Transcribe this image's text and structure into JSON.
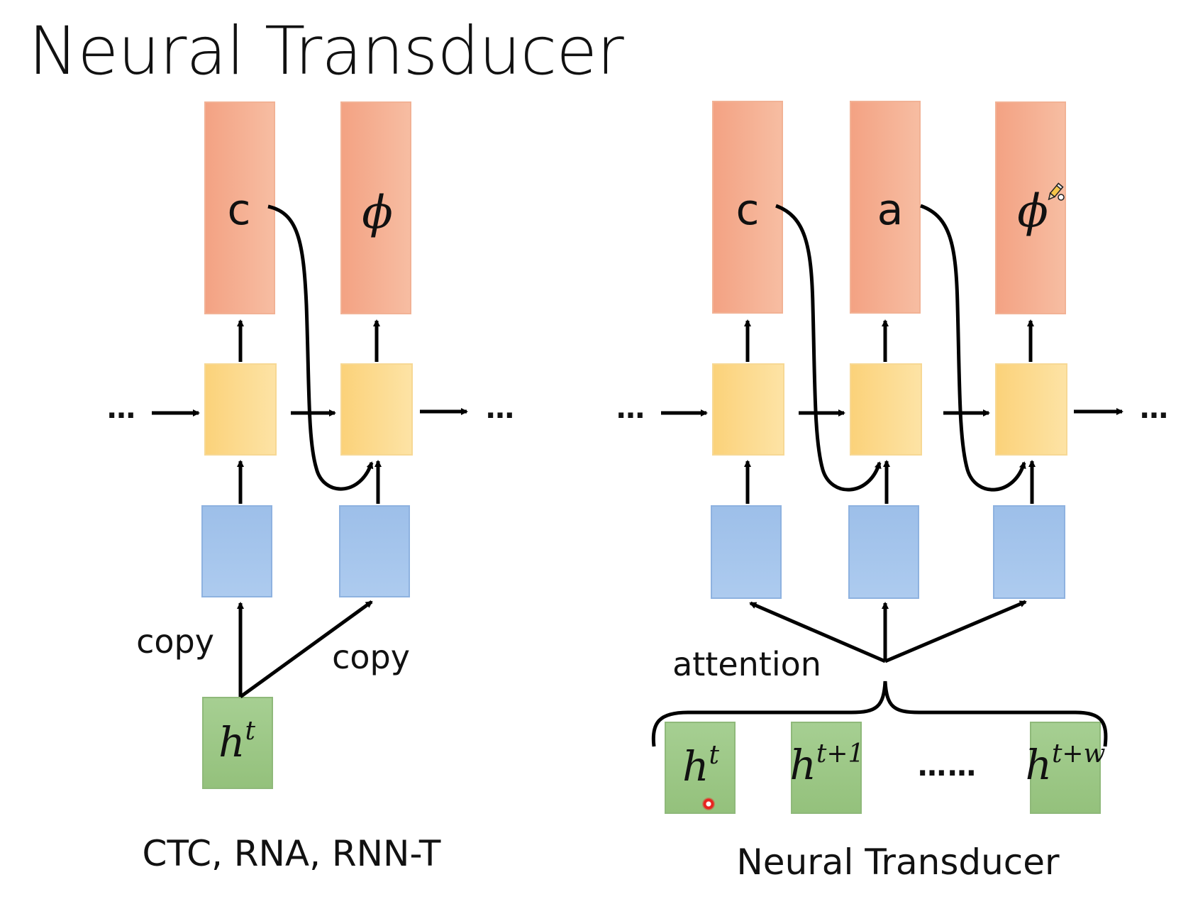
{
  "title": "Neural Transducer",
  "left": {
    "outputs": [
      "c",
      "ϕ"
    ],
    "copy_labels": [
      "copy",
      "copy"
    ],
    "hidden": {
      "base": "h",
      "sup": "t"
    },
    "ellipsis_left": "…",
    "ellipsis_right": "…",
    "caption": "CTC, RNA, RNN-T"
  },
  "right": {
    "outputs": [
      "c",
      "a",
      "ϕ"
    ],
    "attention_label": "attention",
    "hidden": [
      {
        "base": "h",
        "sup": "t"
      },
      {
        "base": "h",
        "sup": "t+1"
      },
      {
        "base": "h",
        "sup": "t+w"
      }
    ],
    "dots": "……",
    "ellipsis_left": "…",
    "ellipsis_right": "…",
    "caption": "Neural Transducer"
  },
  "colors": {
    "output": "#f3a283",
    "rnn": "#fbd27a",
    "encoder": "#9dbfe9",
    "hidden": "#9ec98a",
    "arrow": "#000000"
  },
  "icons": [
    "pencil-cursor-icon",
    "pointer-dot-icon"
  ]
}
